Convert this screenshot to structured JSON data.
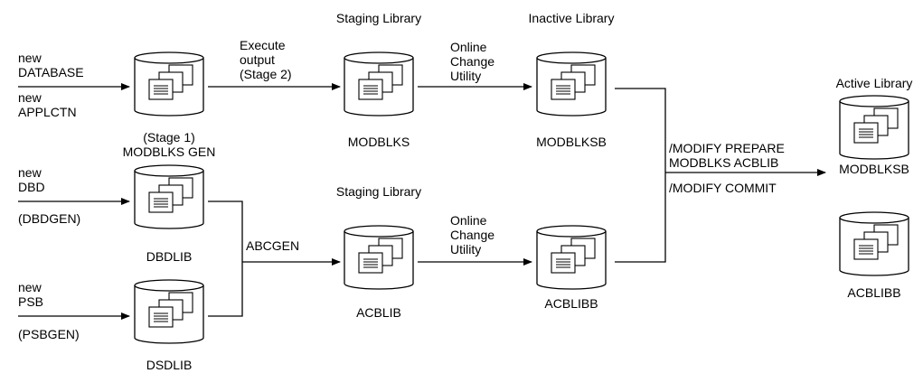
{
  "diagram": {
    "inputs": {
      "new_database": "new\nDATABASE",
      "new_applctn": "new\nAPPLCTN",
      "new_dbd": "new\nDBD",
      "dbdgen": "(DBDGEN)",
      "new_psb": "new\nPSB",
      "psbgen": "(PSBGEN)"
    },
    "libraries": {
      "modblks_gen": "(Stage 1)\nMODBLKS GEN",
      "dbdlib": "DBDLIB",
      "dsdlib": "DSDLIB",
      "modblks": "MODBLKS",
      "acblib": "ACBLIB",
      "modblksb_inactive": "MODBLKSB",
      "acblibb_inactive": "ACBLIBB",
      "modblksb_active": "MODBLKSB",
      "acblibb_active": "ACBLIBB"
    },
    "headers": {
      "staging_top": "Staging Library",
      "inactive": "Inactive Library",
      "staging_bottom": "Staging Library",
      "active": "Active Library"
    },
    "steps": {
      "execute_output": "Execute\noutput\n(Stage 2)",
      "online_change_top": "Online\nChange\nUtility",
      "online_change_bottom": "Online\nChange\nUtility",
      "abcgen": "ABCGEN",
      "modify_prepare": "/MODIFY PREPARE\nMODBLKS ACBLIB",
      "modify_commit": "/MODIFY COMMIT"
    }
  }
}
